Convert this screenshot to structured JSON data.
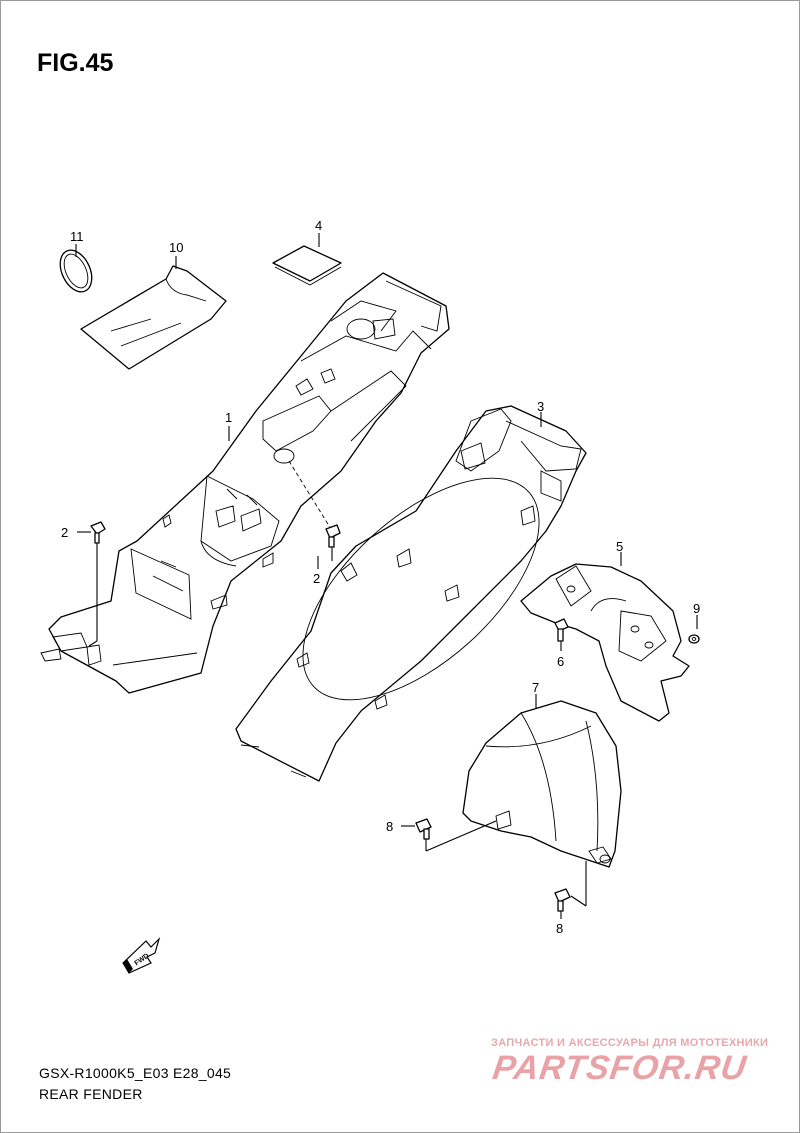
{
  "figure": {
    "title": "FIG.45",
    "model_code": "GSX-R1000K5_E03 E28_045",
    "section_name": "REAR FENDER"
  },
  "callouts": {
    "part_1": "1",
    "part_2a": "2",
    "part_2b": "2",
    "part_3": "3",
    "part_4": "4",
    "part_5": "5",
    "part_6": "6",
    "part_7": "7",
    "part_8a": "8",
    "part_8b": "8",
    "part_9": "9",
    "part_10": "10",
    "part_11": "11"
  },
  "direction_badge": "FWD",
  "watermark": {
    "caption": "ЗАПЧАСТИ И АКСЕССУАРЫ ДЛЯ МОТОТЕХНИКИ",
    "logo": "PARTSFOR.RU"
  }
}
